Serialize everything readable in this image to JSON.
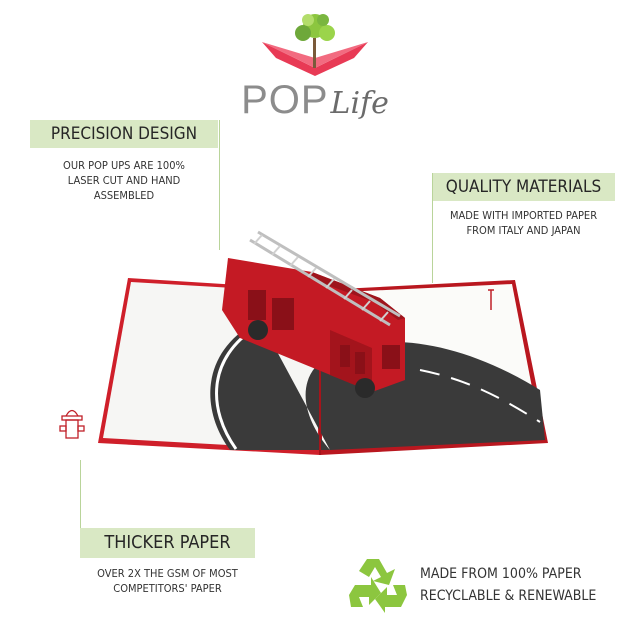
{
  "brand": {
    "pop": "POP",
    "life": "Life"
  },
  "features": {
    "precision": {
      "title": "PRECISION DESIGN",
      "line1": "OUR POP UPS ARE 100%",
      "line2": "LASER CUT AND HAND",
      "line3": "ASSEMBLED"
    },
    "quality": {
      "title": "QUALITY MATERIALS",
      "line1": "MADE WITH IMPORTED PAPER",
      "line2": "FROM ITALY AND JAPAN"
    },
    "thicker": {
      "title": "THICKER PAPER",
      "line1": "OVER 2X THE GSM OF MOST",
      "line2": "COMPETITORS' PAPER"
    },
    "recycle": {
      "line1": "MADE FROM 100% PAPER",
      "line2": "RECYCLABLE & RENEWABLE"
    }
  },
  "colors": {
    "label_bg": "#d9e8c4",
    "accent_green": "#8cc63f",
    "card_red": "#d8212b",
    "road": "#3a3a3a"
  },
  "icons": {
    "logo": "tree-book-logo-icon",
    "recycle": "recycle-icon",
    "product": "fire-truck-popup-card-image"
  }
}
